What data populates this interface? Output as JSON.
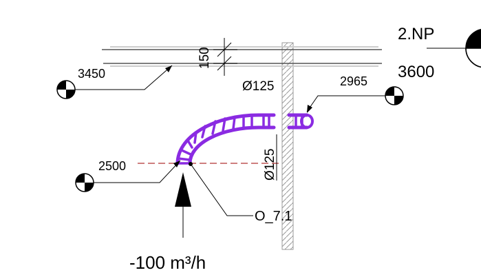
{
  "labels": {
    "floor_name": "2.NP",
    "floor_elevation": "3600",
    "dim_vertical": "150",
    "elev_left_top": "3450",
    "diameter_horizontal": "Ø125",
    "diameter_vertical": "Ø125",
    "elev_right": "2965",
    "elev_left_bottom": "2500",
    "element_id": "O_7.1",
    "airflow": "-100 m³/h"
  },
  "colors": {
    "duct": "#8a2be2",
    "centerline": "#b03030",
    "line": "#000000",
    "guide": "#b8b8b8",
    "wall_hatch": "#999999"
  },
  "icons": {
    "elevation_marker": "elevation-marker-icon",
    "flow_arrow": "up-arrow-icon"
  }
}
